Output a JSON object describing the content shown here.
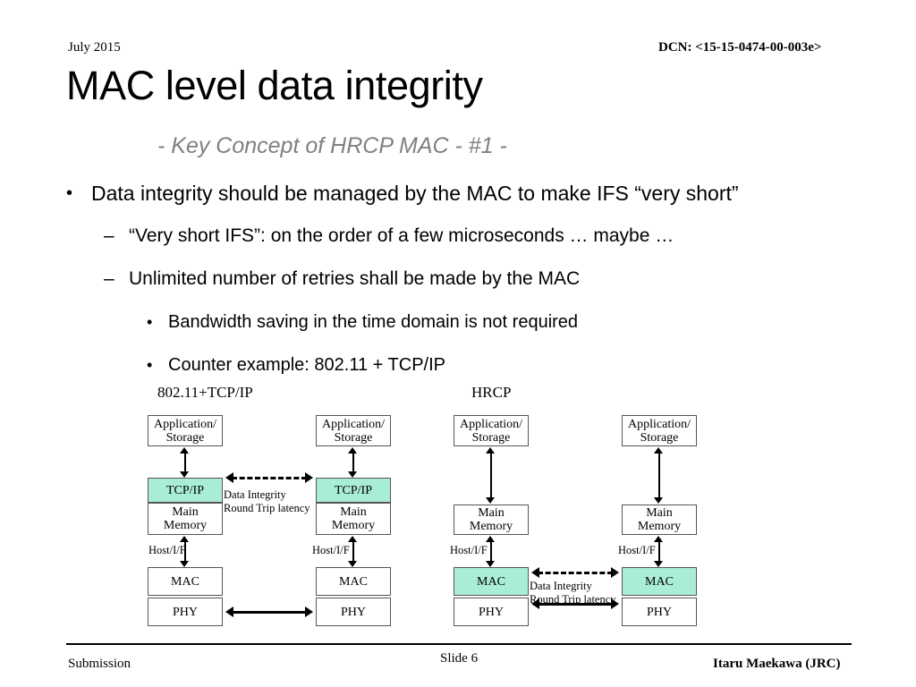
{
  "header": {
    "date": "July 2015",
    "dcn": "DCN: <15-15-0474-00-003e>"
  },
  "title": "MAC level data integrity",
  "subtitle": "- Key Concept of HRCP MAC - #1 -",
  "bullets": [
    {
      "level": 1,
      "marker": "•",
      "text": "Data integrity should be managed by the MAC to make IFS “very short”"
    },
    {
      "level": 2,
      "marker": "–",
      "text": "“Very short IFS”: on the order of a few microseconds … maybe …"
    },
    {
      "level": 2,
      "marker": "–",
      "text": "Unlimited number of retries shall be made by the MAC"
    },
    {
      "level": 3,
      "marker": "•",
      "text": "Bandwidth saving in the time domain is not required"
    },
    {
      "level": 3,
      "marker": "•",
      "text": "Counter example: 802.11 + TCP/IP"
    }
  ],
  "diagram": {
    "column_headers": {
      "left": "802.11+TCP/IP",
      "right": "HRCP"
    },
    "labels": {
      "application_storage_l1": "Application/",
      "application_storage_l2": "Storage",
      "tcpip": "TCP/IP",
      "main_memory_l1": "Main",
      "main_memory_l2": "Memory",
      "mac": "MAC",
      "phy": "PHY",
      "host_if": "Host/I/F",
      "data_integrity_l1": "Data Integrity",
      "data_integrity_l2": "Round Trip latency"
    },
    "highlight_color": "#a9edd8",
    "stacks": [
      {
        "id": "stack-1",
        "group": "802.11+TCP/IP",
        "side": "left",
        "highlighted_layer": "TCP/IP"
      },
      {
        "id": "stack-2",
        "group": "802.11+TCP/IP",
        "side": "right",
        "highlighted_layer": "TCP/IP"
      },
      {
        "id": "stack-3",
        "group": "HRCP",
        "side": "left",
        "highlighted_layer": "MAC"
      },
      {
        "id": "stack-4",
        "group": "HRCP",
        "side": "right",
        "highlighted_layer": "MAC"
      }
    ]
  },
  "footer": {
    "left": "Submission",
    "slide": "Slide 6",
    "right": "Itaru Maekawa (JRC)"
  }
}
